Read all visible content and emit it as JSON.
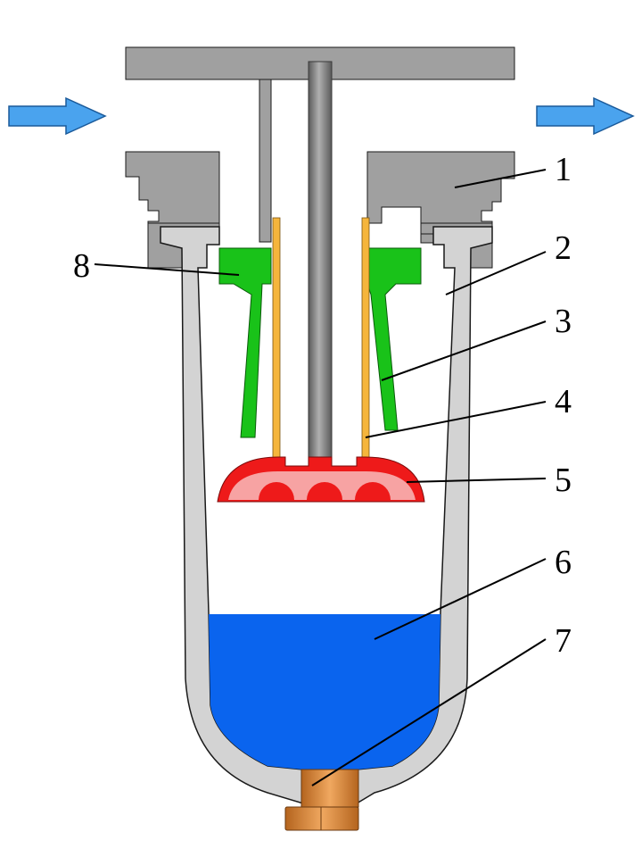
{
  "figure": {
    "callouts": [
      {
        "id": "1",
        "label": "1"
      },
      {
        "id": "2",
        "label": "2"
      },
      {
        "id": "3",
        "label": "3"
      },
      {
        "id": "4",
        "label": "4"
      },
      {
        "id": "5",
        "label": "5"
      },
      {
        "id": "6",
        "label": "6"
      },
      {
        "id": "7",
        "label": "7"
      },
      {
        "id": "8",
        "label": "8"
      }
    ],
    "flow": {
      "inlet_icon": "arrow-right-icon",
      "outlet_icon": "arrow-right-icon"
    }
  },
  "colors": {
    "housing": "#a0a0a0",
    "bowl": "#d3d3d3",
    "deflector": "#19c219",
    "filter_element": "#f5b53c",
    "baffle_rim": "#ee1a1a",
    "baffle_inner": "#f7a3a3",
    "liquid": "#0a64ee",
    "drain_valve": "#d2853f",
    "rod": "#808080",
    "flow_arrow": "#4aa3ee",
    "outline": "#1a1a1a"
  }
}
